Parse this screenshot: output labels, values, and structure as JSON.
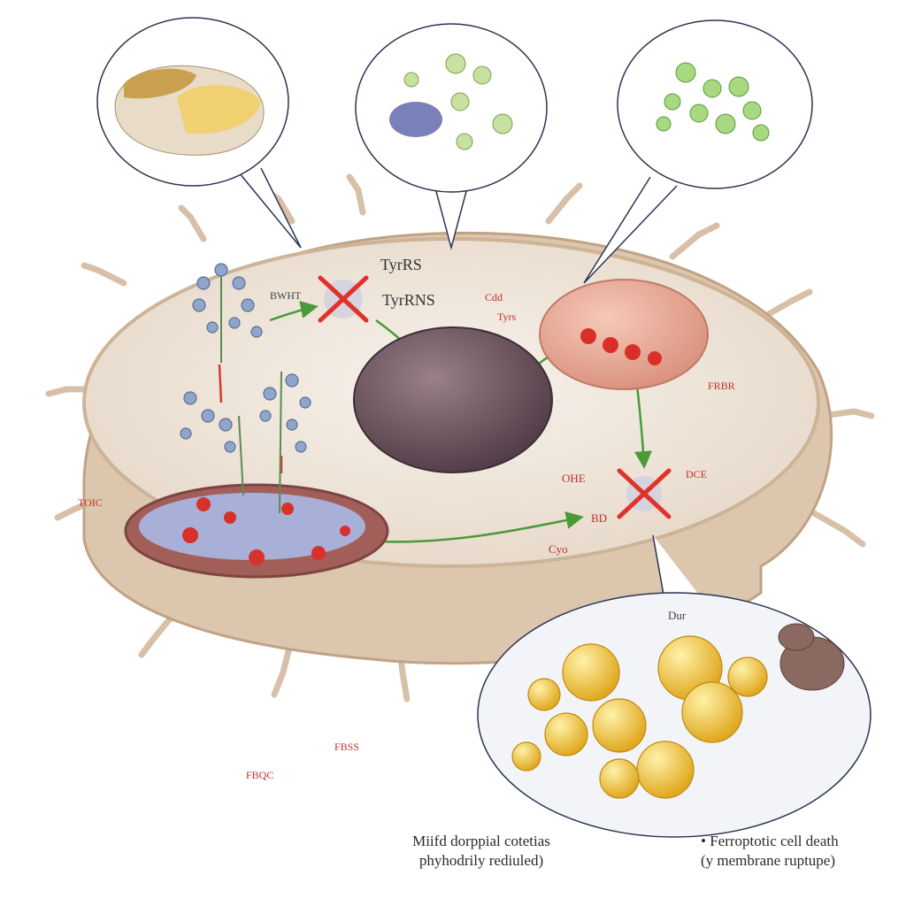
{
  "labels": {
    "tyrrs_top": "TyrRS",
    "tyrrs_second": "TyrRNS",
    "label_left_small": "BWHT",
    "label_nucleus_red": "Cdd",
    "label_nucleus_red2": "Tyrs",
    "label_mito_left": "TOIC",
    "label_center_ohe": "OHE",
    "label_center_bd": "BD",
    "label_cyo": "Cyo",
    "label_bottom_left": "FBSS",
    "label_bottom_far": "FBQC",
    "label_right_dce": "DCE",
    "label_ferro_bubble": "Dur",
    "label_right_panel": "FRBR"
  },
  "captions": {
    "left_line1": "Miifd dorppial cotetias",
    "left_line2": "phyhodrily rediuled)",
    "right_line1": "• Ferroptotic cell death",
    "right_line2": "(y membrane ruptupe)"
  },
  "colors": {
    "cell_fill": "#efe6dc",
    "cell_border": "#c9ad8f",
    "nucleus": "#6e5560",
    "organelle_red": "#e8a898",
    "mito_blue": "#a9b0d8",
    "inhibit_red": "#e0322c",
    "arrow_green": "#4a9a3a",
    "lipid_yellow": "#f0c43a"
  }
}
